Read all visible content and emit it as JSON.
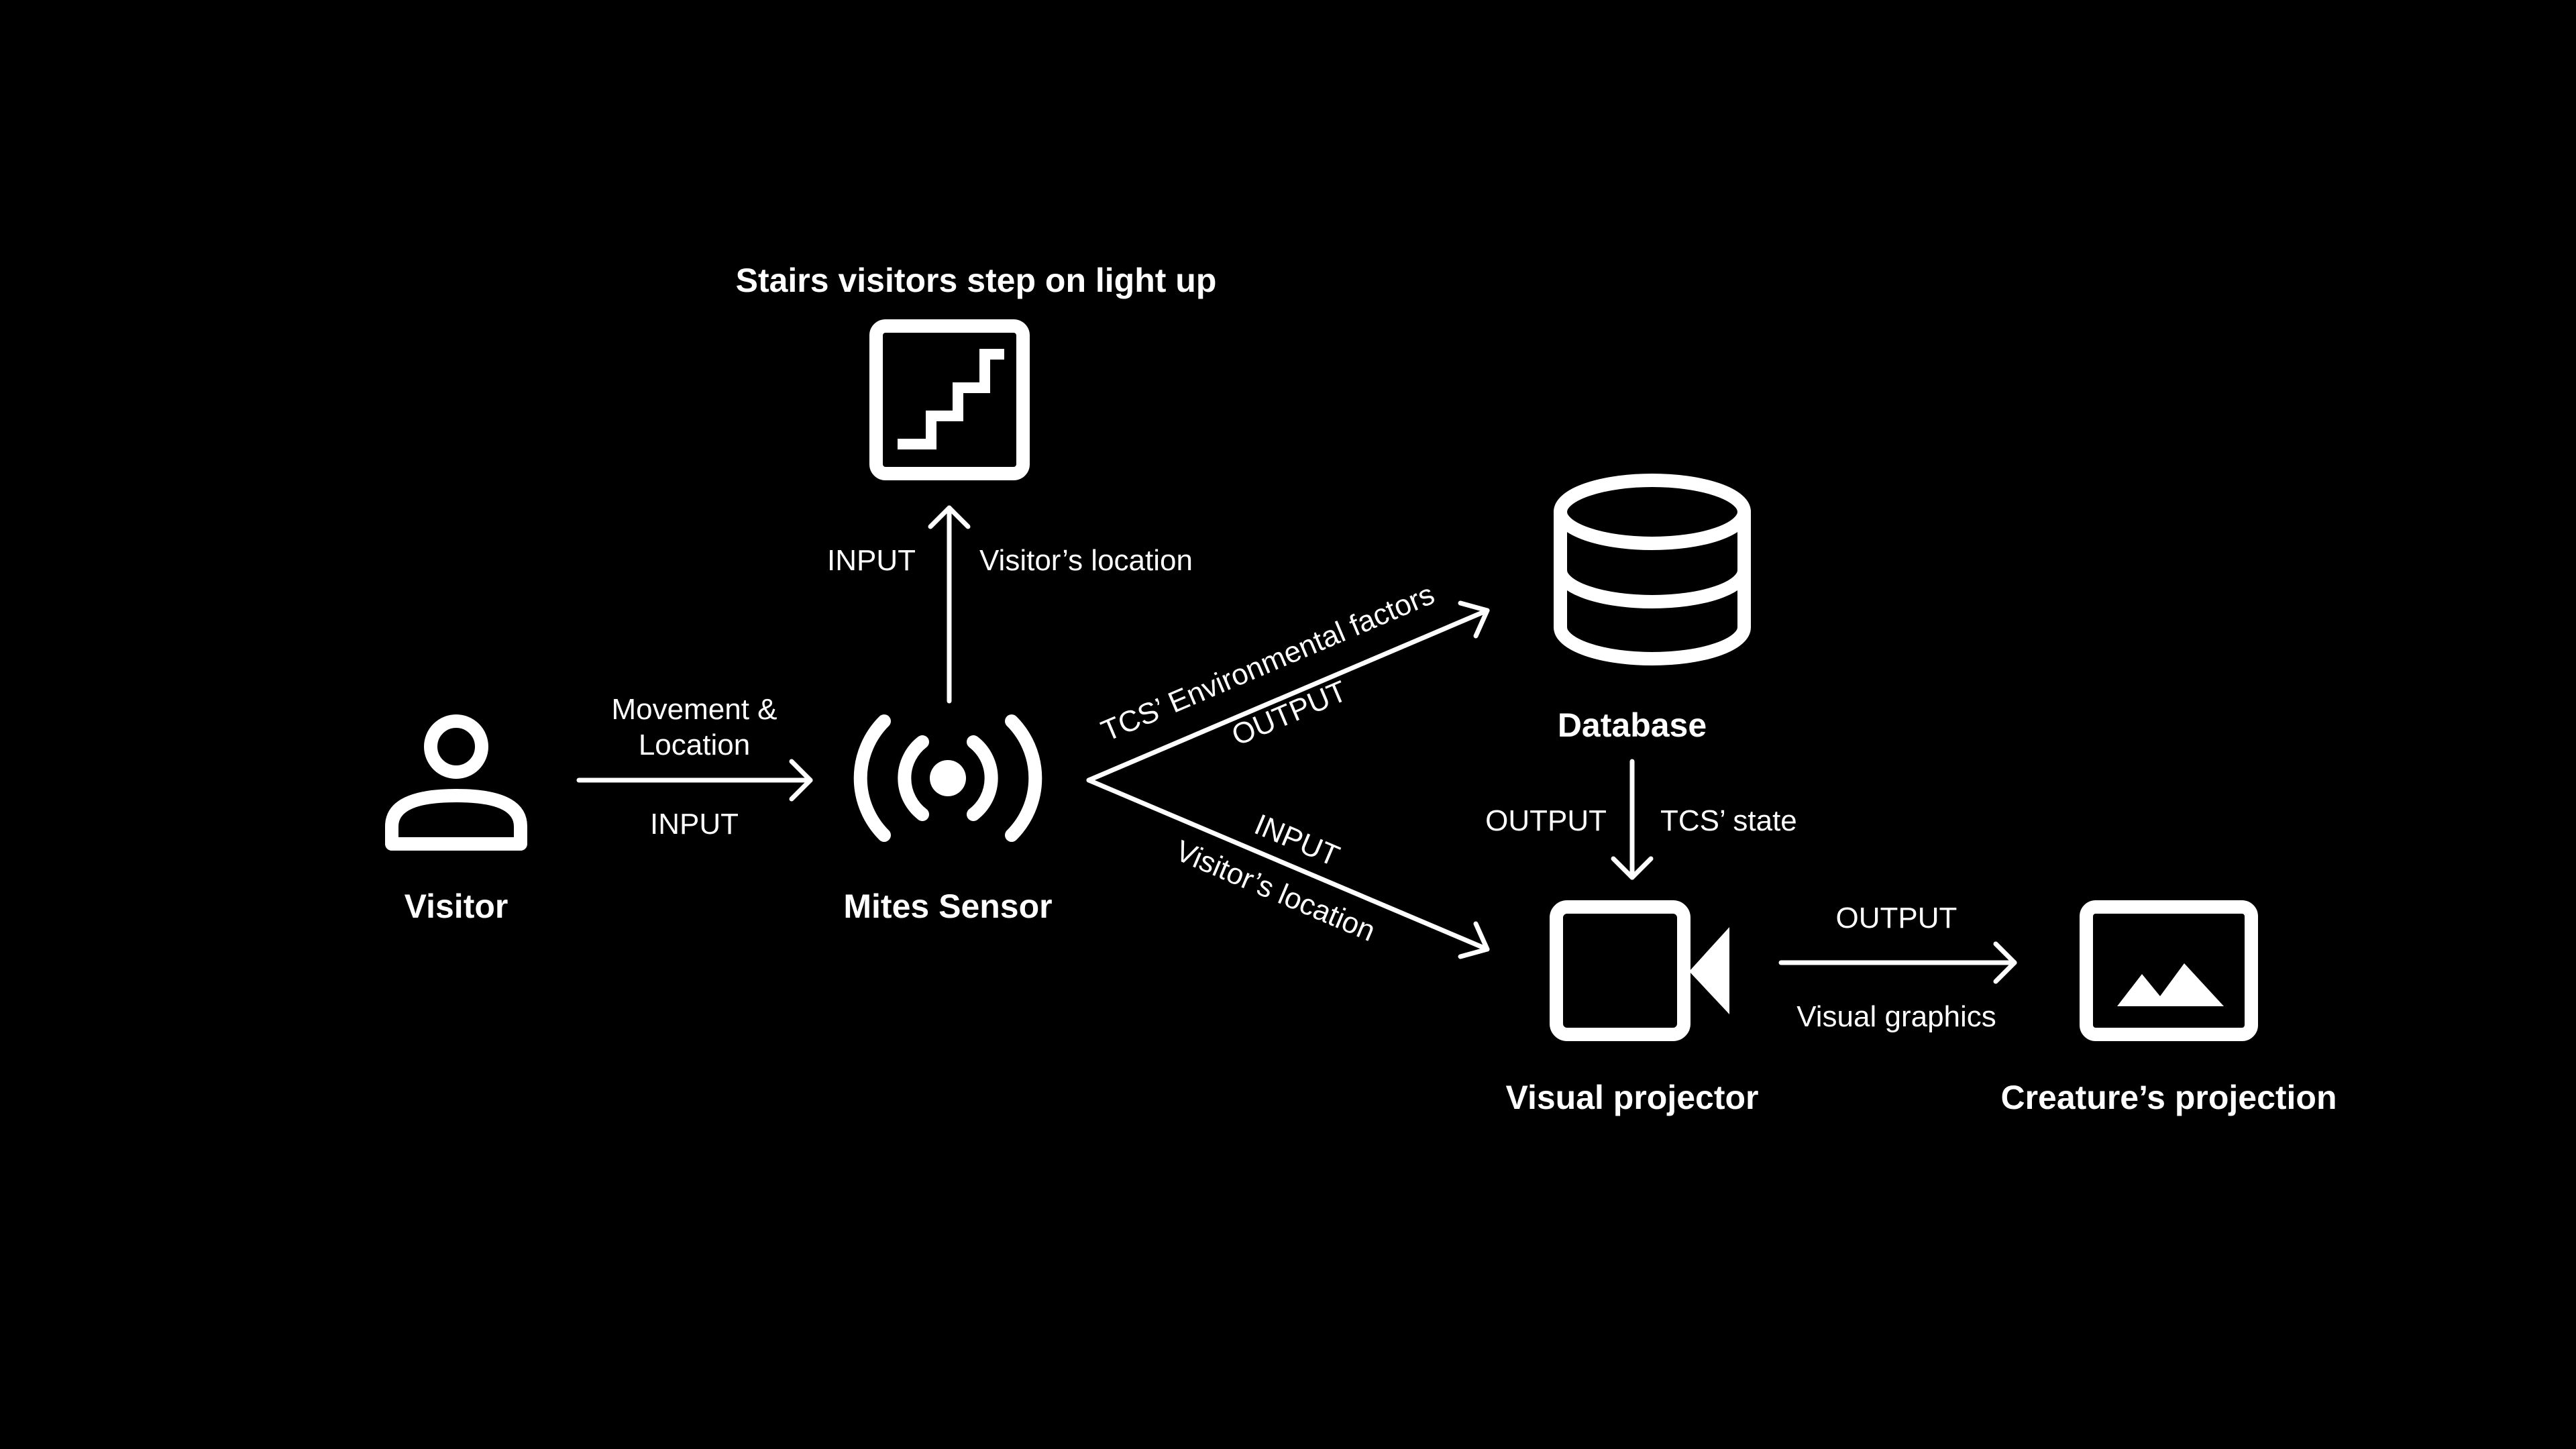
{
  "colors": {
    "background": "#000000",
    "foreground": "#ffffff"
  },
  "nodes": {
    "visitor": {
      "label": "Visitor",
      "icon": "person-icon"
    },
    "sensor": {
      "label": "Mites Sensor",
      "icon": "broadcast-sensor-icon"
    },
    "stairs": {
      "label": "Stairs visitors step on light up",
      "icon": "stairs-icon"
    },
    "database": {
      "label": "Database",
      "icon": "database-icon"
    },
    "projector": {
      "label": "Visual projector",
      "icon": "video-camera-icon"
    },
    "projection": {
      "label": "Creature’s projection",
      "icon": "image-landscape-icon"
    }
  },
  "edges": {
    "visitor_to_sensor": {
      "line1": "Movement &",
      "line2": "Location",
      "type": "INPUT"
    },
    "sensor_to_stairs": {
      "type": "INPUT",
      "detail": "Visitor’s location"
    },
    "sensor_to_database": {
      "detail": "TCS’ Environmental factors",
      "type": "OUTPUT"
    },
    "sensor_to_projector": {
      "type": "INPUT",
      "detail": "Visitor’s location"
    },
    "database_to_projector": {
      "type": "OUTPUT",
      "detail": "TCS’ state"
    },
    "projector_to_projection": {
      "type": "OUTPUT",
      "detail": "Visual graphics"
    }
  }
}
